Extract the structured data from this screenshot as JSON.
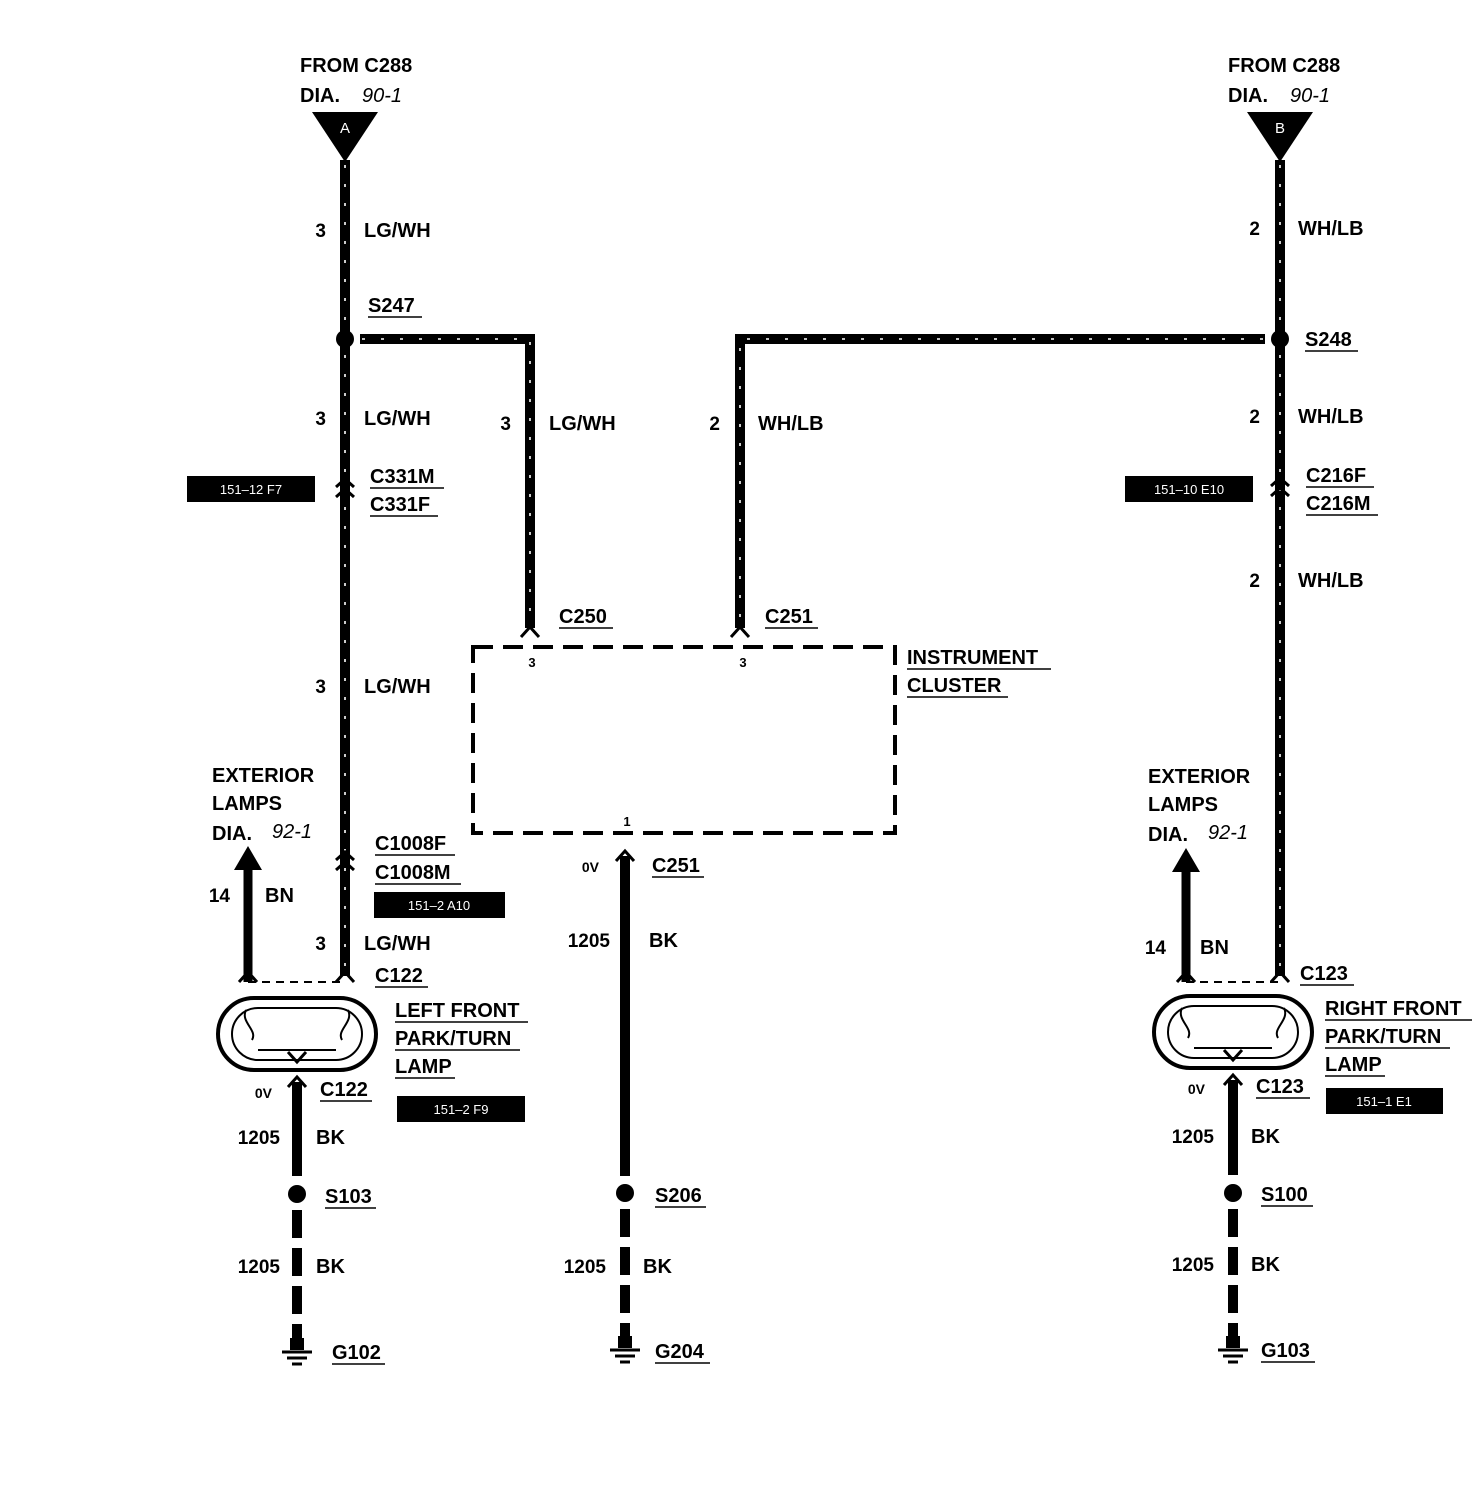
{
  "sources": {
    "a": {
      "from": "FROM C288",
      "dia": "DIA.",
      "dia_num": "90-1",
      "letter": "A"
    },
    "b": {
      "from": "FROM C288",
      "dia": "DIA.",
      "dia_num": "90-1",
      "letter": "B"
    }
  },
  "left": {
    "w1_num": "3",
    "w1_color": "LG/WH",
    "splice": "S247",
    "w2_num": "3",
    "w2_color": "LG/WH",
    "conn_m": "C331M",
    "conn_f": "C331F",
    "conn_ref": "151–12 F7",
    "w3_num": "3",
    "w3_color": "LG/WH",
    "ext_l1": "EXTERIOR",
    "ext_l2": "LAMPS",
    "ext_dia": "DIA.",
    "ext_num": "92-1",
    "bn_num": "14",
    "bn_color": "BN",
    "c1008f": "C1008F",
    "c1008m": "C1008M",
    "c1008_ref": "151–2 A10",
    "w4_num": "3",
    "w4_color": "LG/WH",
    "lamp_conn": "C122",
    "lamp_l1": "LEFT FRONT",
    "lamp_l2": "PARK/TURN",
    "lamp_l3": "LAMP",
    "ov": "0V",
    "gnd_conn": "C122",
    "gnd_ref": "151–2 F9",
    "g1_num": "1205",
    "g1_color": "BK",
    "g_splice": "S103",
    "g2_num": "1205",
    "g2_color": "BK",
    "ground": "G102"
  },
  "cluster": {
    "in_a_num": "3",
    "in_a_color": "LG/WH",
    "in_b_num": "2",
    "in_b_color": "WH/LB",
    "conn_a": "C250",
    "conn_b": "C251",
    "pin_a": "3",
    "pin_b": "3",
    "pin_gnd": "1",
    "label_1": "INSTRUMENT",
    "label_2": "CLUSTER",
    "ov": "0V",
    "gnd_conn": "C251",
    "g1_num": "1205",
    "g1_color": "BK",
    "g_splice": "S206",
    "g2_num": "1205",
    "g2_color": "BK",
    "ground": "G204"
  },
  "right": {
    "w1_num": "2",
    "w1_color": "WH/LB",
    "splice": "S248",
    "w2_num": "2",
    "w2_color": "WH/LB",
    "conn_f": "C216F",
    "conn_m": "C216M",
    "conn_ref": "151–10 E10",
    "w3_num": "2",
    "w3_color": "WH/LB",
    "ext_l1": "EXTERIOR",
    "ext_l2": "LAMPS",
    "ext_dia": "DIA.",
    "ext_num": "92-1",
    "bn_num": "14",
    "bn_color": "BN",
    "lamp_conn": "C123",
    "lamp_l1": "RIGHT FRONT",
    "lamp_l2": "PARK/TURN",
    "lamp_l3": "LAMP",
    "ov": "0V",
    "gnd_conn": "C123",
    "gnd_ref": "151–1 E1",
    "g1_num": "1205",
    "g1_color": "BK",
    "g_splice": "S100",
    "g2_num": "1205",
    "g2_color": "BK",
    "ground": "G103"
  }
}
